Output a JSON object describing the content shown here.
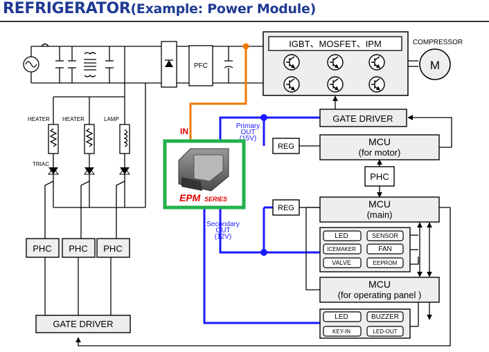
{
  "title": "REFRIGERATOR",
  "subtitle": "(Example: Power Module)",
  "labels": {
    "igbt": "IGBT、MOSFET、IPM",
    "compressor": "COMPRESSOR",
    "motor": "M",
    "pfc": "PFC",
    "gate_driver_top": "GATE DRIVER",
    "gate_driver_bottom": "GATE DRIVER",
    "mcu_motor_1": "MCU",
    "mcu_motor_2": "(for motor)",
    "mcu_main_1": "MCU",
    "mcu_main_2": "(main)",
    "mcu_panel_1": "MCU",
    "mcu_panel_2": "(for operating panel )",
    "reg1": "REG",
    "reg2": "REG",
    "phc_center": "PHC",
    "phc1": "PHC",
    "phc2": "PHC",
    "phc3": "PHC",
    "heater1": "HEATER",
    "heater2": "HEATER",
    "lamp": "LAMP",
    "triac": "TRIAC",
    "in": "IN",
    "primary_1": "Primary",
    "primary_2": "OUT",
    "primary_3": "(15V)",
    "secondary_1": "Secondary",
    "secondary_2": "OUT",
    "secondary_3": "(12V)",
    "epm_1": "EPM",
    "epm_2": "SERIES",
    "led": "LED",
    "sensor": "SENSOR",
    "icemaker": "ICEMAKER",
    "fan": "FAN",
    "valve": "VALVE",
    "eeprom": "EEPROM",
    "led2": "LED",
    "buzzer": "BUZZER",
    "keyin": "KEY-IN",
    "ledout": "LED-OUT"
  },
  "colors": {
    "title": "#1f3a93",
    "primary_line": "#1a1aff",
    "in_line": "#f07800",
    "epm_border": "#22b14c",
    "epm_text": "#e00000",
    "block_fill": "#eeeeee"
  }
}
